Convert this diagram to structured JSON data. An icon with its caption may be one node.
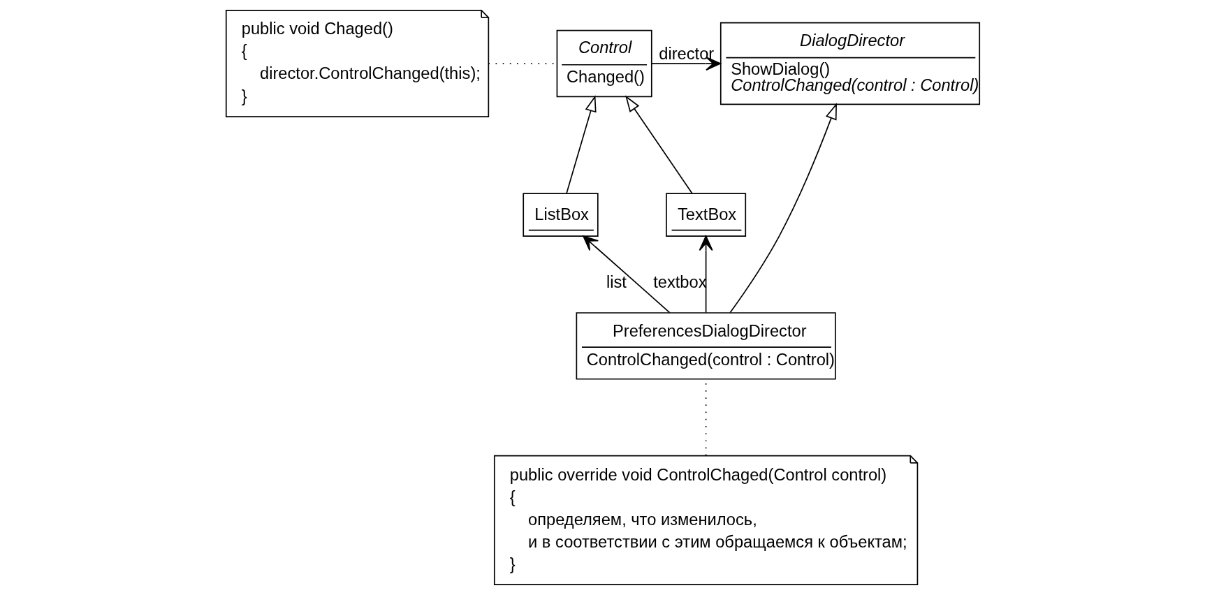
{
  "diagram": {
    "nodes": [
      {
        "text": [
          "DialogDirector",
          "ShowDialog()",
          "ControlChanged(control : Control)"
        ]
      },
      {
        "text": [
          "Control",
          "Changed()"
        ]
      },
      {
        "text": [
          "public void Chaged()",
          "{",
          "director.ControlChanged(this);",
          "}"
        ]
      },
      {
        "text": [
          "ListBox"
        ]
      },
      {
        "text": [
          "PreferencesDialogDirector",
          "ControlChanged(control : Control)"
        ]
      },
      {
        "text": [
          "TextBox"
        ]
      },
      {
        "text": [
          "public override void ControlChaged(Control control)",
          "{",
          "определяем, что изменилось,",
          "и в соответствии с этим обращаемся к объектам;",
          "}"
        ]
      }
    ],
    "edges": [
      {
        "from": 1,
        "to": 0,
        "arrow": "to",
        "label": "director"
      },
      {
        "from": 2,
        "to": 1,
        "arrow": "none",
        "style": "dashed"
      },
      {
        "from": 3,
        "to": 1,
        "arrow": "to"
      },
      {
        "from": 5,
        "to": 1,
        "arrow": "to"
      },
      {
        "from": 4,
        "to": 0,
        "arrow": "to"
      },
      {
        "from": 4,
        "to": 3,
        "arrow": "to",
        "label": "list"
      },
      {
        "from": 4,
        "to": 5,
        "arrow": "to",
        "label": "textbox"
      },
      {
        "from": 6,
        "to": 4,
        "arrow": "none",
        "style": "dashed"
      }
    ]
  }
}
